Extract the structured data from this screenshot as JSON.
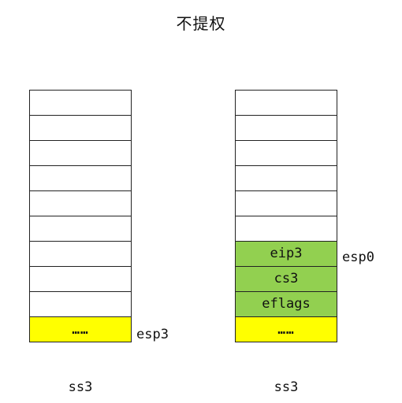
{
  "title": "不提权",
  "colors": {
    "border": "#222222",
    "empty": "#ffffff",
    "pushed": "#92d050",
    "current": "#ffff00"
  },
  "left_stack": {
    "cells": [
      {
        "text": "",
        "kind": "empty"
      },
      {
        "text": "",
        "kind": "empty"
      },
      {
        "text": "",
        "kind": "empty"
      },
      {
        "text": "",
        "kind": "empty"
      },
      {
        "text": "",
        "kind": "empty"
      },
      {
        "text": "",
        "kind": "empty"
      },
      {
        "text": "",
        "kind": "empty"
      },
      {
        "text": "",
        "kind": "empty"
      },
      {
        "text": "",
        "kind": "empty"
      },
      {
        "text": "……",
        "kind": "current"
      }
    ],
    "pointer_label": "esp3",
    "segment_label": "ss3"
  },
  "right_stack": {
    "cells": [
      {
        "text": "",
        "kind": "empty"
      },
      {
        "text": "",
        "kind": "empty"
      },
      {
        "text": "",
        "kind": "empty"
      },
      {
        "text": "",
        "kind": "empty"
      },
      {
        "text": "",
        "kind": "empty"
      },
      {
        "text": "",
        "kind": "empty"
      },
      {
        "text": "eip3",
        "kind": "pushed"
      },
      {
        "text": "cs3",
        "kind": "pushed"
      },
      {
        "text": "eflags",
        "kind": "pushed"
      },
      {
        "text": "……",
        "kind": "current"
      }
    ],
    "pointer_label": "esp0",
    "segment_label": "ss3"
  }
}
